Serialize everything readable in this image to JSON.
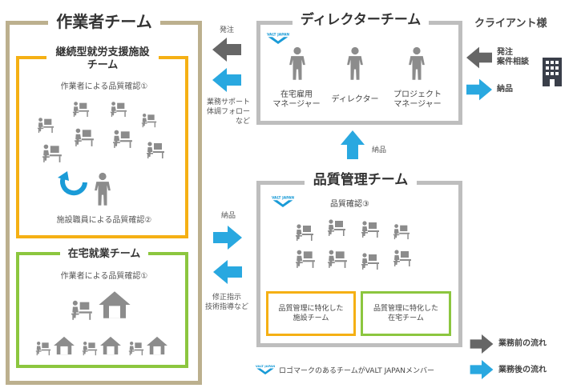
{
  "colors": {
    "khaki": "#bcb08e",
    "orange": "#f5b014",
    "green": "#8cc63f",
    "gray": "#bebebe",
    "arrow_blue": "#29a8e0",
    "arrow_gray": "#666666",
    "icon_gray": "#8c8c8c",
    "valt_blue": "#1a9bd7"
  },
  "worker_team": {
    "title": "作業者チーム"
  },
  "facility_team": {
    "title_l1": "継続型就労支援施設",
    "title_l2": "チーム",
    "check1": "作業者による品質確認①",
    "check2": "施設職員による品質確認②"
  },
  "home_team": {
    "title": "在宅就業チーム",
    "check1": "作業者による品質確認①"
  },
  "director_team": {
    "title": "ディレクターチーム",
    "roles": [
      {
        "l1": "在宅雇用",
        "l2": "マネージャー"
      },
      {
        "l1": "ディレクター",
        "l2": ""
      },
      {
        "l1": "プロジェクト",
        "l2": "マネージャー"
      }
    ]
  },
  "client": {
    "title": "クライアント様",
    "order_l1": "発注",
    "order_l2": "案件相談",
    "delivery": "納品"
  },
  "arrows": {
    "order": "発注",
    "support_l1": "業務サポート",
    "support_l2": "体調フォロー",
    "support_l3": "など",
    "delivery_up": "納品",
    "delivery_right": "納品",
    "fix_l1": "修正指示",
    "fix_l2": "技術指導など"
  },
  "qc_team": {
    "title": "品質管理チーム",
    "check3": "品質確認③",
    "sub1_l1": "品質管理に特化した",
    "sub1_l2": "施設チーム",
    "sub2_l1": "品質管理に特化した",
    "sub2_l2": "在宅チーム"
  },
  "logo": {
    "text": "VALT JAPAN"
  },
  "legend": {
    "logo_note": "ロゴマークのあるチームがVALT JAPANメンバー",
    "before": "業務前の流れ",
    "after": "業務後の流れ"
  }
}
